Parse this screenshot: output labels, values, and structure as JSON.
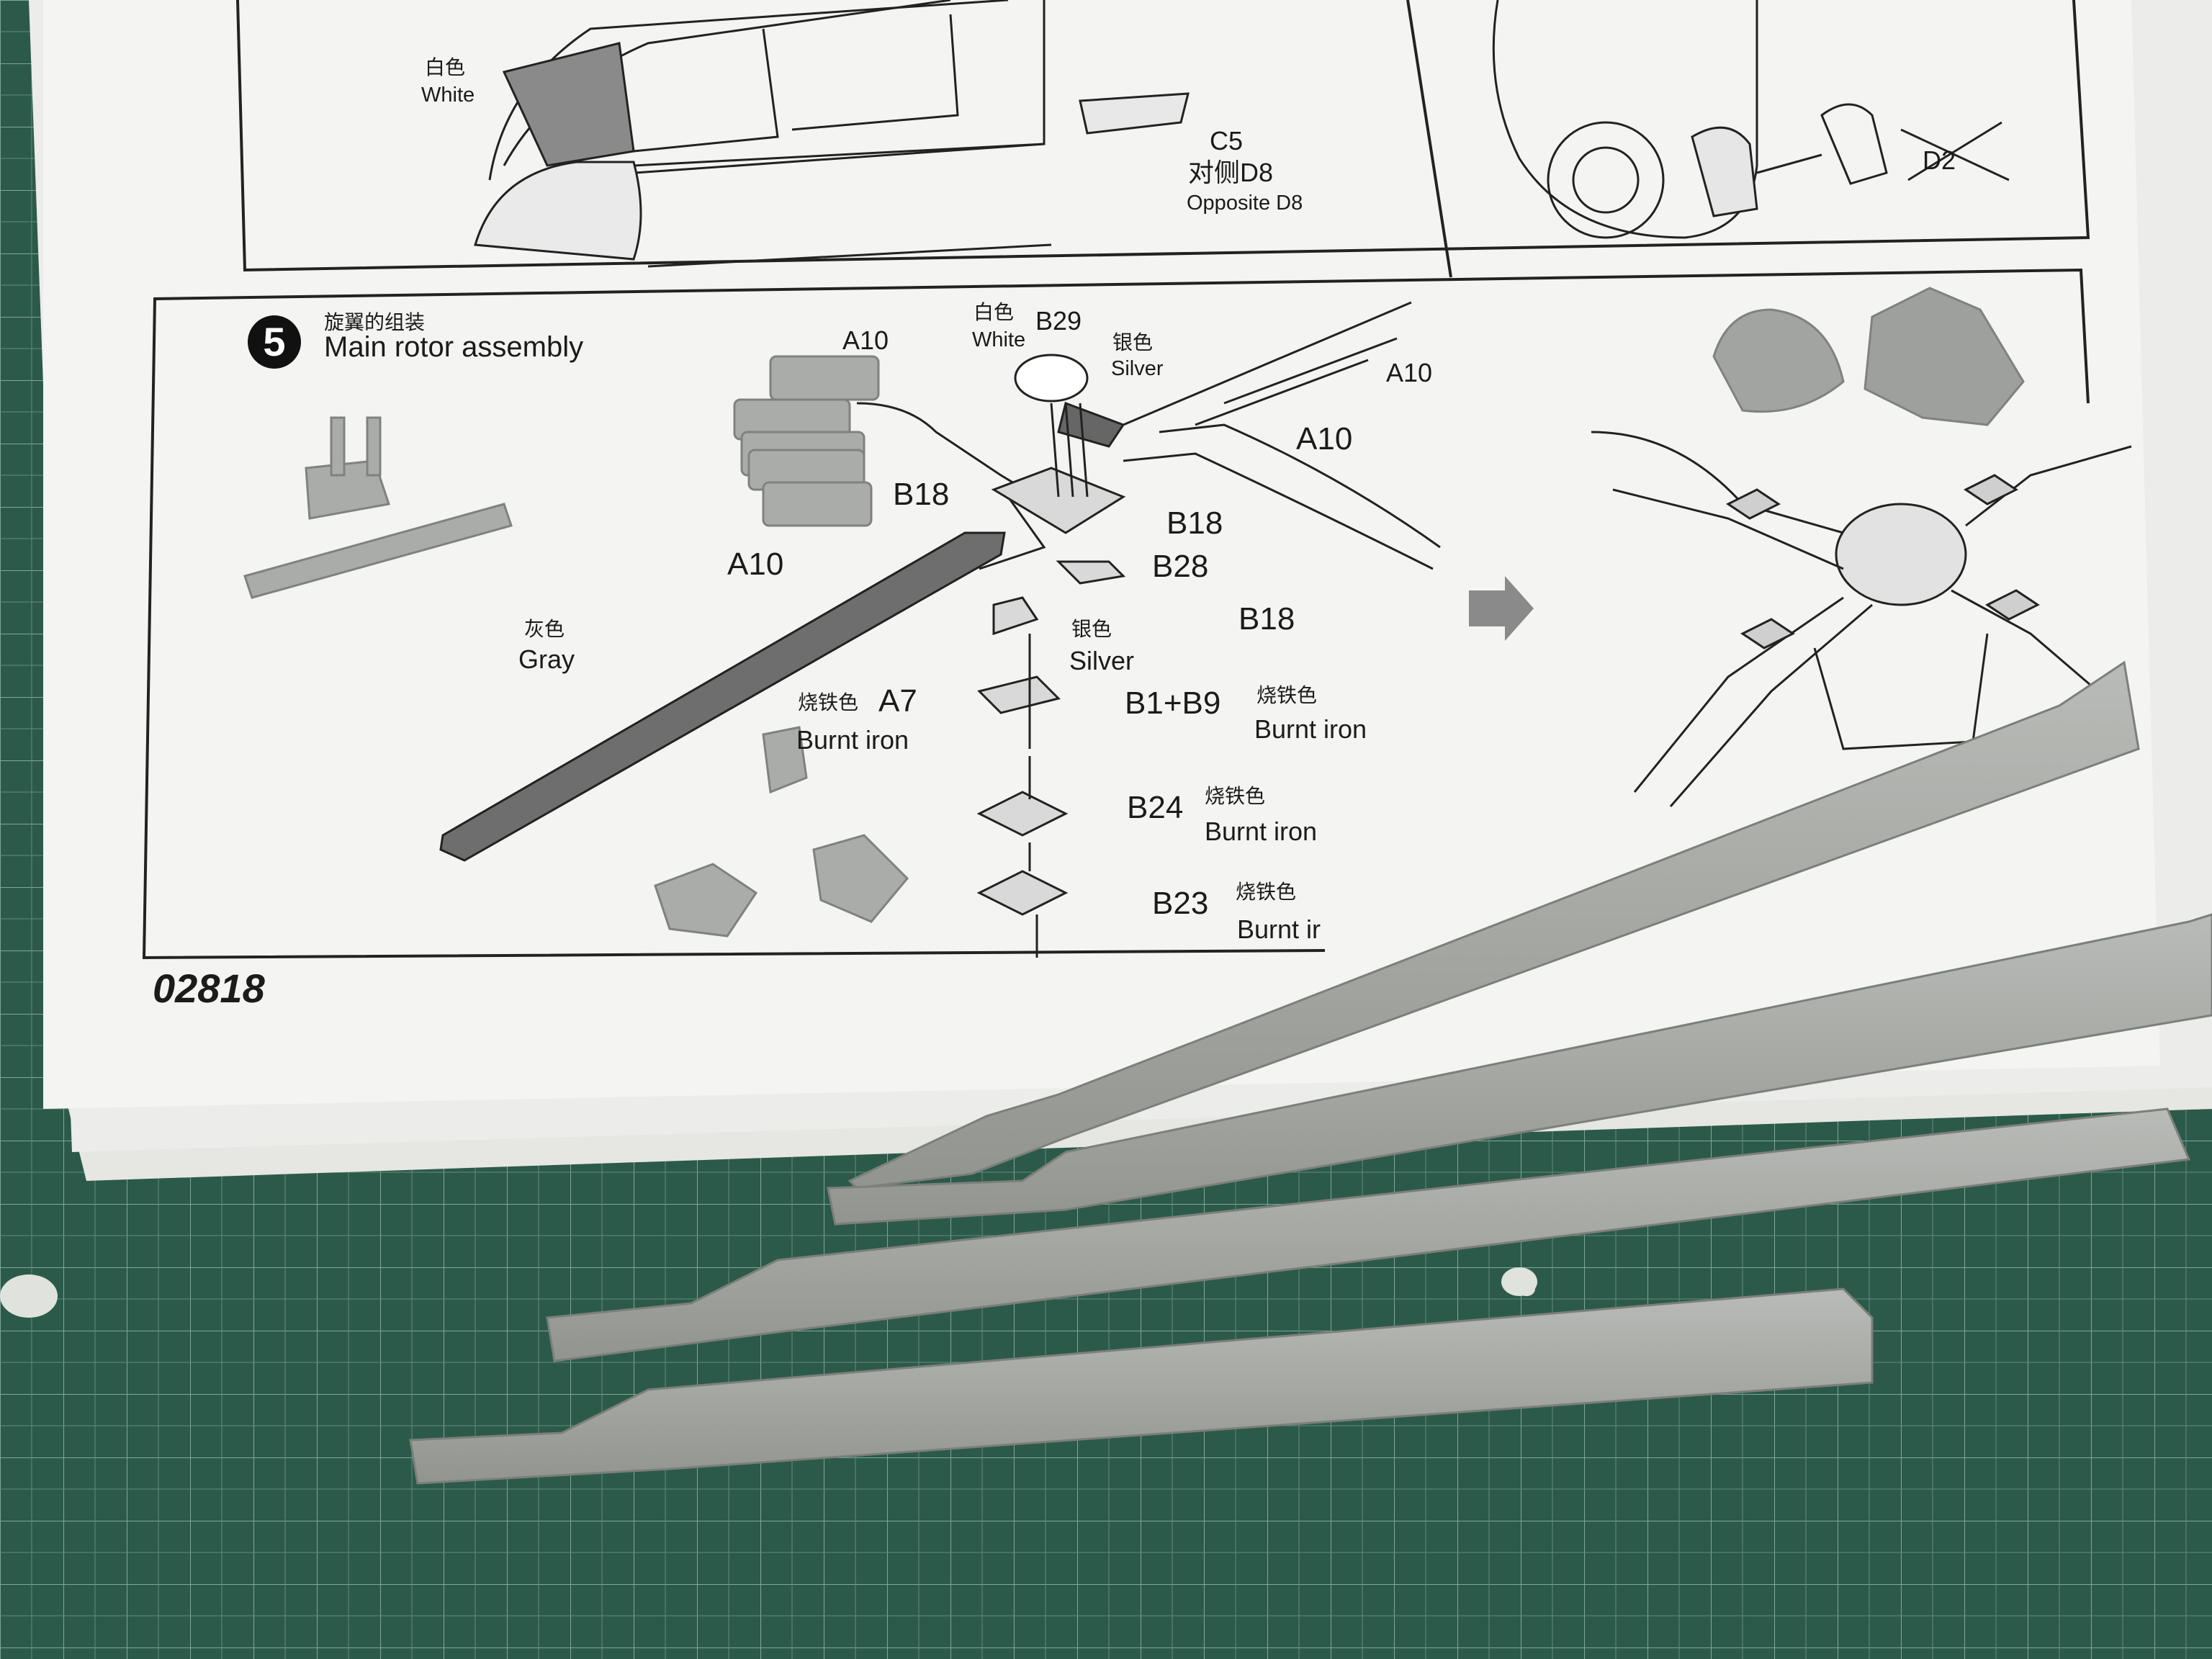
{
  "instruction_sheet": {
    "step_number": "5",
    "step_title_zh": "旋翼的组装",
    "step_title": "Main rotor assembly",
    "kit_code": "02818",
    "top_labels": {
      "white_zh": "白色",
      "white": "White",
      "c5": "C5",
      "opposite_zh": "对侧D8",
      "opposite": "Opposite D8",
      "d2": "D2"
    },
    "callouts": [
      {
        "id": "a10-1",
        "text": "A10"
      },
      {
        "id": "b29-white-zh",
        "text": "白色"
      },
      {
        "id": "b29",
        "text": "B29"
      },
      {
        "id": "b29-white",
        "text": "White"
      },
      {
        "id": "silver-zh-1",
        "text": "银色"
      },
      {
        "id": "silver-1",
        "text": "Silver"
      },
      {
        "id": "a10-2",
        "text": "A10"
      },
      {
        "id": "a10-3",
        "text": "A10"
      },
      {
        "id": "b18-1",
        "text": "B18"
      },
      {
        "id": "b18-2",
        "text": "B18"
      },
      {
        "id": "b28",
        "text": "B28"
      },
      {
        "id": "b18-3",
        "text": "B18"
      },
      {
        "id": "a10-4",
        "text": "A10"
      },
      {
        "id": "gray-zh",
        "text": "灰色"
      },
      {
        "id": "gray",
        "text": "Gray"
      },
      {
        "id": "silver-zh-2",
        "text": "银色"
      },
      {
        "id": "silver-2",
        "text": "Silver"
      },
      {
        "id": "burnt-zh-a7",
        "text": "烧铁色"
      },
      {
        "id": "a7",
        "text": "A7"
      },
      {
        "id": "burnt-a7",
        "text": "Burnt iron"
      },
      {
        "id": "b1b9",
        "text": "B1+B9"
      },
      {
        "id": "burnt-zh-b1",
        "text": "烧铁色"
      },
      {
        "id": "burnt-b1",
        "text": "Burnt iron"
      },
      {
        "id": "b24",
        "text": "B24"
      },
      {
        "id": "burnt-zh-b24",
        "text": "烧铁色"
      },
      {
        "id": "burnt-b24",
        "text": "Burnt iron"
      },
      {
        "id": "b23",
        "text": "B23"
      },
      {
        "id": "burnt-zh-b23",
        "text": "烧铁色"
      },
      {
        "id": "burnt-b23",
        "text": "Burnt ir"
      }
    ]
  },
  "colors": {
    "cutting_mat": "#2c5a4a",
    "paper": "#f4f4f2",
    "plastic_gray": "#a7aaa6",
    "ink": "#1b1b1b"
  }
}
